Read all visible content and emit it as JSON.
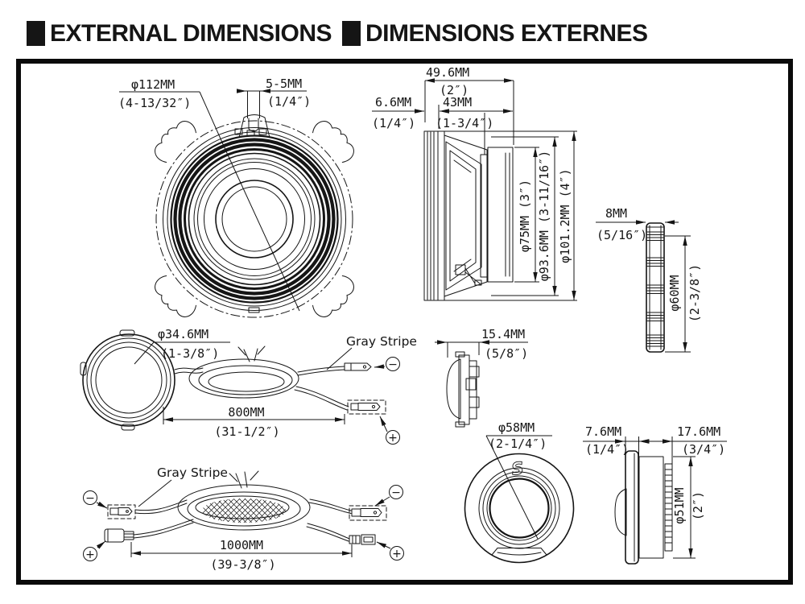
{
  "colors": {
    "ink": "#151515",
    "bg": "#ffffff"
  },
  "header": {
    "title_en": "EXTERNAL DIMENSIONS",
    "title_fr": "DIMENSIONS EXTERNES"
  },
  "symbols": {
    "minus": "−",
    "plus": "+"
  },
  "woofer_front": {
    "dia_mm": "φ112MM",
    "dia_in": "(4-13/32″)",
    "tab_mm": "5-5MM",
    "tab_in": "(1/4″)"
  },
  "woofer_side": {
    "overall_mm": "49.6MM",
    "overall_in": "(2″)",
    "flange_mm": "6.6MM",
    "flange_in": "(1/4″)",
    "depth_mm": "43MM",
    "depth_in": "(1-3/4″)",
    "magnet_dia": "φ75MM (3″)",
    "basket_dia": "φ93.6MM (3-11/16″)",
    "frame_dia": "φ101.2MM (4″)"
  },
  "spacer_ring": {
    "width_mm": "8MM",
    "width_in": "(5/16″)",
    "dia_mm": "φ60MM",
    "dia_in": "(2-3/8″)"
  },
  "tweeter_assembly": {
    "dia_mm": "φ34.6MM",
    "dia_in": "(1-3/8″)",
    "gray_stripe": "Gray Stripe",
    "length_mm": "800MM",
    "length_in": "(31-1/2″)"
  },
  "tweeter_side": {
    "depth_mm": "15.4MM",
    "depth_in": "(5/8″)"
  },
  "tweeter_front": {
    "dia_mm": "φ58MM",
    "dia_in": "(2-1/4″)",
    "logo": "S"
  },
  "tweeter_mount": {
    "flange_mm": "7.6MM",
    "flange_in": "(1/4″)",
    "body_mm": "17.6MM",
    "body_in": "(3/4″)",
    "dia_mm": "φ51MM",
    "dia_in": "(2″)"
  },
  "speaker_wire": {
    "gray_stripe": "Gray Stripe",
    "length_mm": "1000MM",
    "length_in": "(39-3/8″)"
  }
}
